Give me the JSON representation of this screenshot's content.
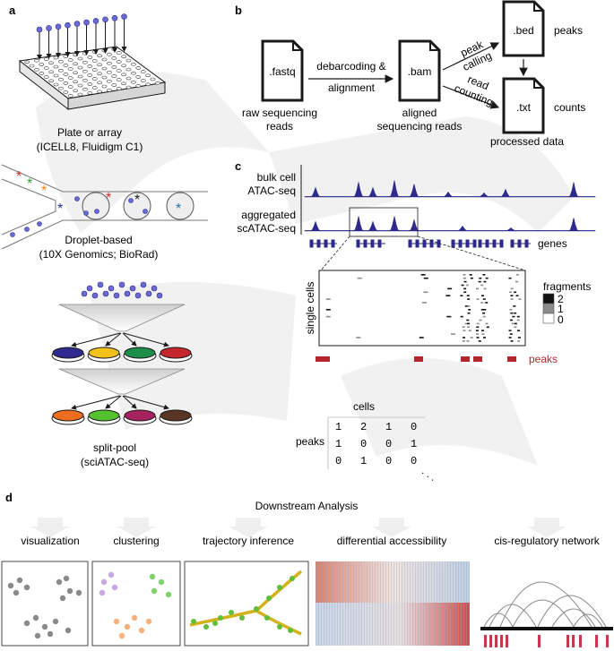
{
  "panels": {
    "a": "a",
    "b": "b",
    "c": "c",
    "d": "d"
  },
  "panel_a": {
    "plate_caption": "Plate or array",
    "plate_sub": "(ICELL8, Fluidigm C1)",
    "droplet_caption": "Droplet-based",
    "droplet_sub": "(10X Genomics; BioRad)",
    "splitpool_caption": "split-pool",
    "splitpool_sub": "(sciATAC-seq)",
    "dish_colors_top": [
      "#2f2a8f",
      "#f2c21a",
      "#1e8f4a",
      "#c4262b"
    ],
    "dish_colors_bottom": [
      "#ef6d1e",
      "#56c130",
      "#a8215f",
      "#5a3424"
    ]
  },
  "panel_b": {
    "file_fastq": ".fastq",
    "file_bam": ".bam",
    "file_bed": ".bed",
    "file_txt": ".txt",
    "fastq_caption_1": "raw sequencing",
    "fastq_caption_2": "reads",
    "arrow1_1": "debarcoding &",
    "arrow1_2": "alignment",
    "bam_caption_1": "aligned",
    "bam_caption_2": "sequencing reads",
    "peak_calling_1": "peak",
    "peak_calling_2": "calling",
    "read_counting_1": "read",
    "read_counting_2": "counting",
    "peaks_label": "peaks",
    "counts_label": "counts",
    "processed": "processed data"
  },
  "panel_c": {
    "bulk_1": "bulk cell",
    "bulk_2": "ATAC-seq",
    "agg_1": "aggregated",
    "agg_2": "scATAC-seq",
    "genes": "genes",
    "single_cells": "single cells",
    "legend_title": "fragments",
    "legend_values": [
      "2",
      "1",
      "0"
    ],
    "peaks": "peaks",
    "track_color": "#2e2a8c",
    "peak_color": "#b3262e",
    "matrix_cols_title": "cells",
    "matrix_rows_title": "peaks",
    "matrix": [
      [
        "1",
        "2",
        "1",
        "0"
      ],
      [
        "1",
        "0",
        "0",
        "1"
      ],
      [
        "0",
        "1",
        "0",
        "0"
      ]
    ],
    "ellipsis": ". . ."
  },
  "panel_d": {
    "title": "Downstream Analysis",
    "analyses": [
      "visualization",
      "clustering",
      "trajectory inference",
      "differential accessibility",
      "cis-regulatory network"
    ]
  }
}
